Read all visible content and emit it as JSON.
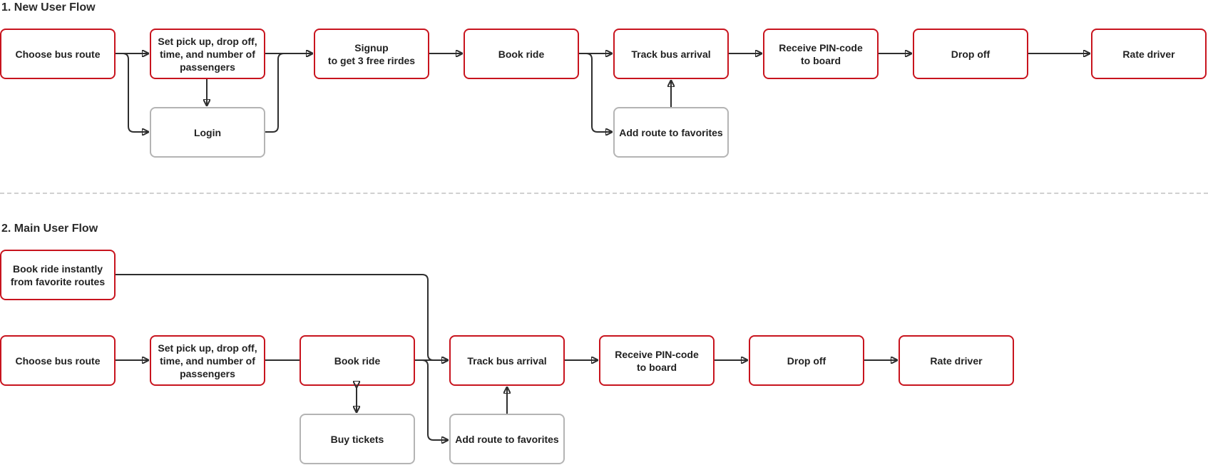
{
  "colors": {
    "primary_border": "#c8141e",
    "secondary_border": "#b4b4b4",
    "edge": "#2e2e2e",
    "divider": "#d0d0d0"
  },
  "flow1": {
    "title": "1. New User Flow",
    "nodes": {
      "choose_route": "Choose bus route",
      "set_pickup": "Set pick up, drop off,\ntime, and number of\npassengers",
      "login": "Login",
      "signup": "Signup\nto get 3 free rirdes",
      "book_ride": "Book ride",
      "track_bus": "Track bus arrival",
      "add_favorites": "Add route to favorites",
      "receive_pin": "Receive PIN-code\nto board",
      "drop_off": "Drop off",
      "rate_driver": "Rate driver"
    }
  },
  "flow2": {
    "title": "2. Main User Flow",
    "nodes": {
      "book_instantly": "Book ride instantly\nfrom favorite routes",
      "choose_route": "Choose bus route",
      "set_pickup": "Set pick up, drop off,\ntime, and number of\npassengers",
      "book_ride": "Book ride",
      "buy_tickets": "Buy tickets",
      "track_bus": "Track bus arrival",
      "add_favorites": "Add route to favorites",
      "receive_pin": "Receive PIN-code\nto board",
      "drop_off": "Drop off",
      "rate_driver": "Rate driver"
    }
  }
}
